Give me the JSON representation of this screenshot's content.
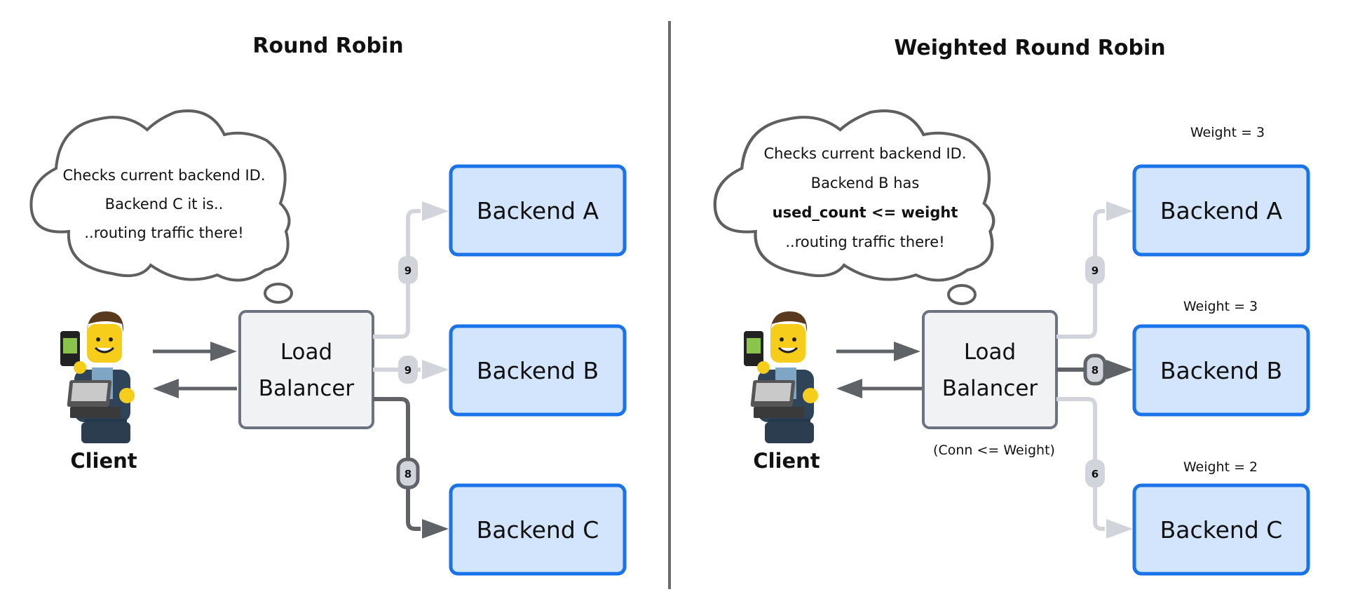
{
  "colors": {
    "backend_fill": "#d3e5fd",
    "backend_stroke": "#1a73e8",
    "lb_fill": "#f1f2f4",
    "lb_stroke": "#6b7280",
    "active_line": "#5f6368",
    "inactive_line": "#d1d5db",
    "divider": "#6b6b6b"
  },
  "left": {
    "title": "Round Robin",
    "thought": [
      "Checks current backend ID.",
      "Backend C it is..",
      "..routing traffic there!"
    ],
    "client_label": "Client",
    "lb": [
      "Load",
      "Balancer"
    ],
    "backends": [
      {
        "name": "Backend A",
        "count": "9",
        "active": false
      },
      {
        "name": "Backend B",
        "count": "9",
        "active": false
      },
      {
        "name": "Backend C",
        "count": "8",
        "active": true
      }
    ]
  },
  "right": {
    "title": "Weighted Round Robin",
    "thought": [
      "Checks current backend ID.",
      "Backend B has",
      "used_count <= weight",
      "..routing traffic there!"
    ],
    "client_label": "Client",
    "lb": [
      "Load",
      "Balancer"
    ],
    "lb_caption": "(Conn <= Weight)",
    "backends": [
      {
        "name": "Backend A",
        "count": "9",
        "active": false,
        "weight": "Weight = 3"
      },
      {
        "name": "Backend B",
        "count": "8",
        "active": true,
        "weight": "Weight = 3"
      },
      {
        "name": "Backend C",
        "count": "6",
        "active": false,
        "weight": "Weight = 2"
      }
    ]
  }
}
